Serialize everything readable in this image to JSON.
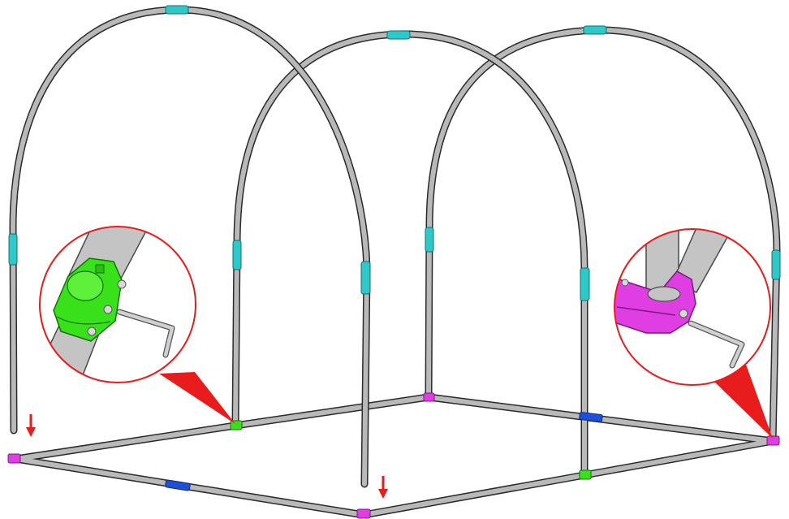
{
  "diagram": {
    "subject": "greenhouse-frame-assembly",
    "colors": {
      "background": "#ffffff",
      "pipe_fill": "#b9b9b9",
      "pipe_outline": "#2a2a2a",
      "arch_connector": "#2ec8c8",
      "straight_connector": "#1e4fd8",
      "tee_connector": "#39e11a",
      "corner_connector": "#df3ee3",
      "callout_accent": "#e81c1c"
    },
    "callouts": [
      {
        "name": "tee-connector-detail",
        "connector": "tee",
        "tool": "hex-key"
      },
      {
        "name": "corner-connector-detail",
        "connector": "corner",
        "tool": "hex-key"
      }
    ],
    "arrows": [
      {
        "name": "insert-arrow-left",
        "direction": "down"
      },
      {
        "name": "insert-arrow-front",
        "direction": "down"
      }
    ]
  }
}
